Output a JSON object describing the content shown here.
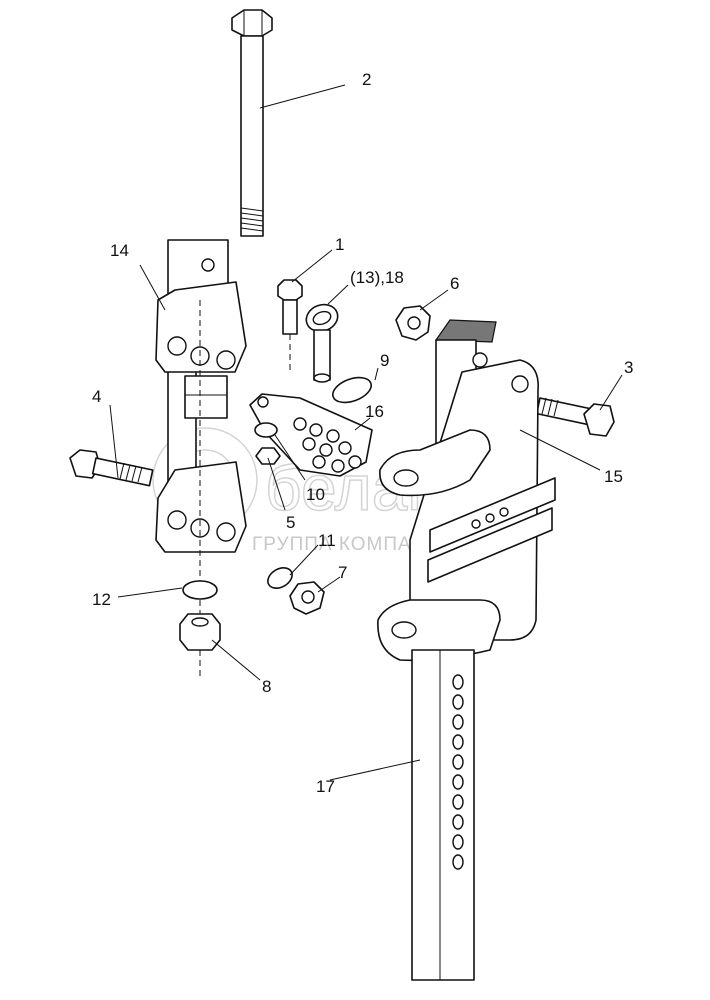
{
  "diagram": {
    "type": "exploded-assembly-drawing",
    "watermark": {
      "brand": "белагро",
      "subtitle": "ГРУППА КОМПАНИЙ"
    },
    "part_labels": [
      {
        "id": "1",
        "text": "1",
        "part": "bolt-small"
      },
      {
        "id": "2",
        "text": "2",
        "part": "long-bolt"
      },
      {
        "id": "3",
        "text": "3",
        "part": "bolt-right"
      },
      {
        "id": "4",
        "text": "4",
        "part": "bolt-left"
      },
      {
        "id": "5",
        "text": "5",
        "part": "nut-small"
      },
      {
        "id": "6",
        "text": "6",
        "part": "nut-top"
      },
      {
        "id": "7",
        "text": "7",
        "part": "nut-mid"
      },
      {
        "id": "8",
        "text": "8",
        "part": "nut-bottom"
      },
      {
        "id": "9",
        "text": "9",
        "part": "retaining-ring"
      },
      {
        "id": "10",
        "text": "10",
        "part": "washer-small"
      },
      {
        "id": "11",
        "text": "11",
        "part": "lock-washer"
      },
      {
        "id": "12",
        "text": "12",
        "part": "spring-washer"
      },
      {
        "id": "13_18",
        "text": "(13),18",
        "part": "pin-with-ring"
      },
      {
        "id": "14",
        "text": "14",
        "part": "bracket-assembly"
      },
      {
        "id": "15",
        "text": "15",
        "part": "hitch-body"
      },
      {
        "id": "16",
        "text": "16",
        "part": "adjustment-plate"
      },
      {
        "id": "17",
        "text": "17",
        "part": "drawbar"
      }
    ]
  }
}
